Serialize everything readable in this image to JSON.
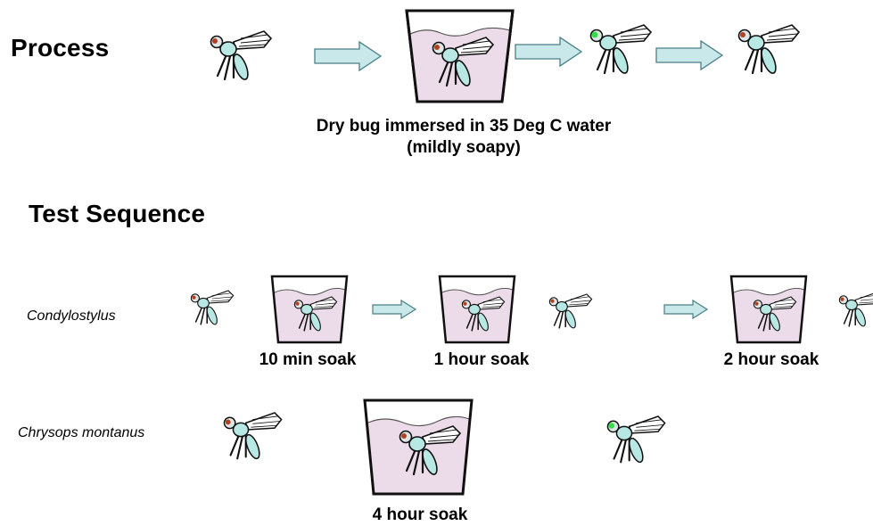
{
  "process": {
    "heading": "Process",
    "caption_line1": "Dry bug immersed in 35 Deg C water",
    "caption_line2": "(mildly soapy)"
  },
  "test_sequence": {
    "heading": "Test Sequence",
    "rows": [
      {
        "species": "Condylostylus",
        "soaks": [
          "10 min soak",
          "1 hour soak",
          "2 hour soak"
        ]
      },
      {
        "species": "Chrysops montanus",
        "soaks": [
          "4 hour soak"
        ]
      }
    ]
  },
  "colors": {
    "arrow_fill": "#c8e8ea",
    "arrow_stroke": "#4a7f86",
    "water_fill": "#ecdbe8",
    "bug_body": "#b8e8e4",
    "eye_dark": "#b04020",
    "eye_green": "#33dd44"
  }
}
